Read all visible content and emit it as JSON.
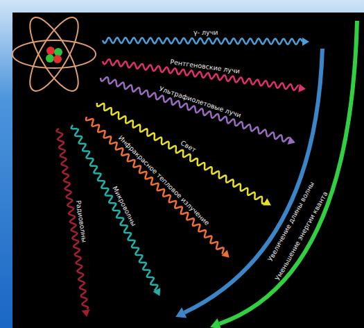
{
  "diagram": {
    "labels": [
      "γ- лучи",
      "Рентгеновские лучи",
      "Ультрафиолетовые лучи",
      "Свет",
      "Инфракрасное тепловое излучение",
      "Микроволны",
      "Радиоволны",
      "Увеличение длины волны",
      "Уменьшение энергии кванта"
    ]
  }
}
